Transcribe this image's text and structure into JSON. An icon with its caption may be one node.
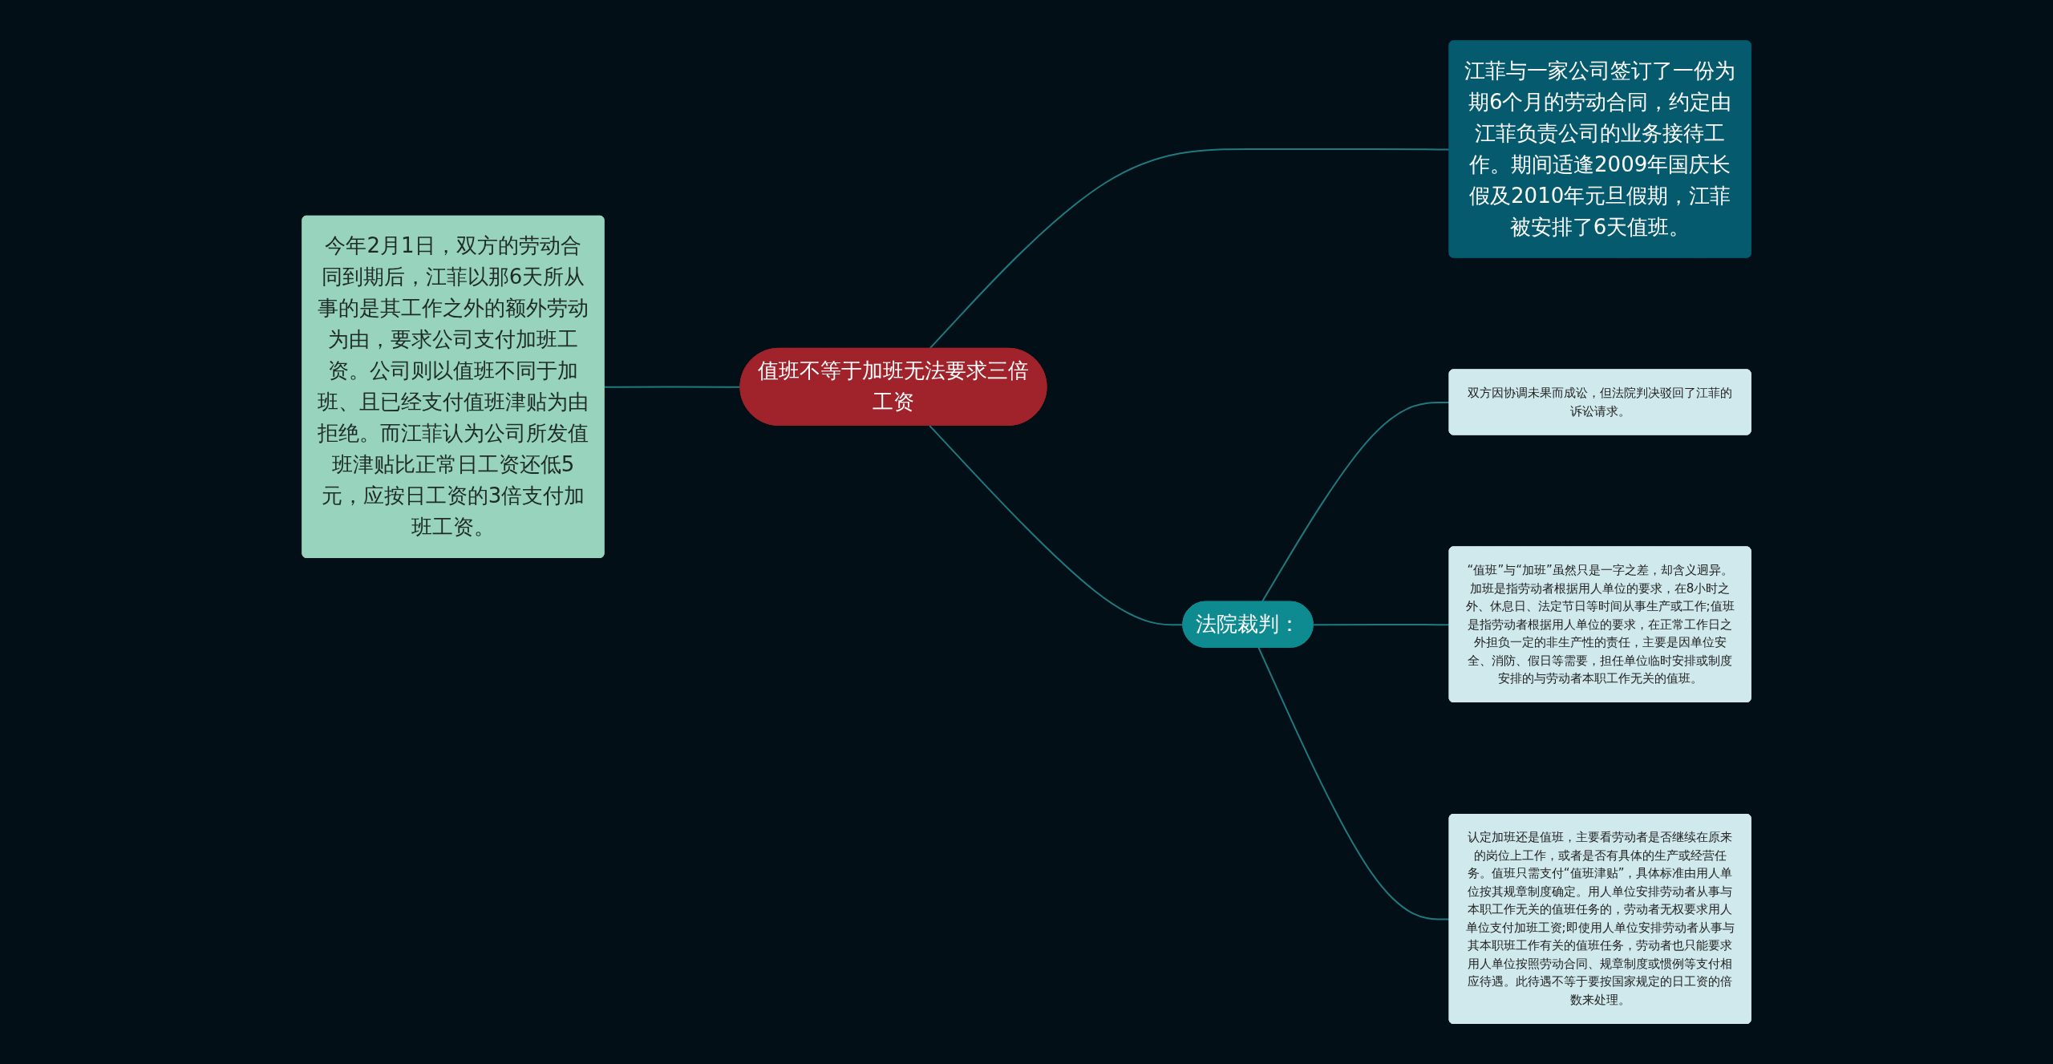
{
  "diagram": {
    "nodes": [
      {
        "text": [
          "今年2月1日，双方的劳动合同到期后，江菲以那6天所从事的是其工作之外的额外劳动为由，要求公司支付加班工资。公司则以值班不同于加班、且已经支付值班津贴为由拒绝。而江菲认为公司所发值班津贴比正常日工资还低5元，应按日工资的3倍支付加班工资。"
        ]
      },
      {
        "text": [
          "值班不等于加班无法要求三倍工资"
        ]
      },
      {
        "text": [
          "江菲与一家公司签订了一份为期6个月的劳动合同，约定由江菲负责公司的业务接待工作。期间适逢2009年国庆长假及2010年元旦假期，江菲被安排了6天值班。"
        ]
      },
      {
        "text": [
          "法院裁判："
        ]
      },
      {
        "text": [
          "双方因协调未果而成讼，但法院判决驳回了江菲的诉讼请求。"
        ]
      },
      {
        "text": [
          "“值班”与“加班”虽然只是一字之差，却含义迥异。加班是指劳动者根据用人单位的要求，在8小时之外、休息日、法定节日等时间从事生产或工作;值班是指劳动者根据用人单位的要求，在正常工作日之外担负一定的非生产性的责任，主要是因单位安全、消防、假日等需要，担任单位临时安排或制度安排的与劳动者本职工作无关的值班。"
        ]
      },
      {
        "text": [
          "认定加班还是值班，主要看劳动者是否继续在原来的岗位上工作，或者是否有具体的生产或经营任务。值班只需支付“值班津贴”，具体标准由用人单位按其规章制度确定。用人单位安排劳动者从事与本职工作无关的值班任务的，劳动者无权要求用人单位支付加班工资;即使用人单位安排劳动者从事与其本职班工作有关的值班任务，劳动者也只能要求用人单位按照劳动合同、规章制度或惯例等支付相应待遇。此待遇不等于要按国家规定的日工资的倍数来处理。"
        ]
      }
    ],
    "edges": [
      {
        "from": 0,
        "to": 1,
        "arrow": "none"
      },
      {
        "from": 1,
        "to": 2,
        "arrow": "none"
      },
      {
        "from": 1,
        "to": 3,
        "arrow": "none"
      },
      {
        "from": 3,
        "to": 4,
        "arrow": "none"
      },
      {
        "from": 3,
        "to": 5,
        "arrow": "none"
      },
      {
        "from": 3,
        "to": 6,
        "arrow": "none"
      }
    ]
  }
}
